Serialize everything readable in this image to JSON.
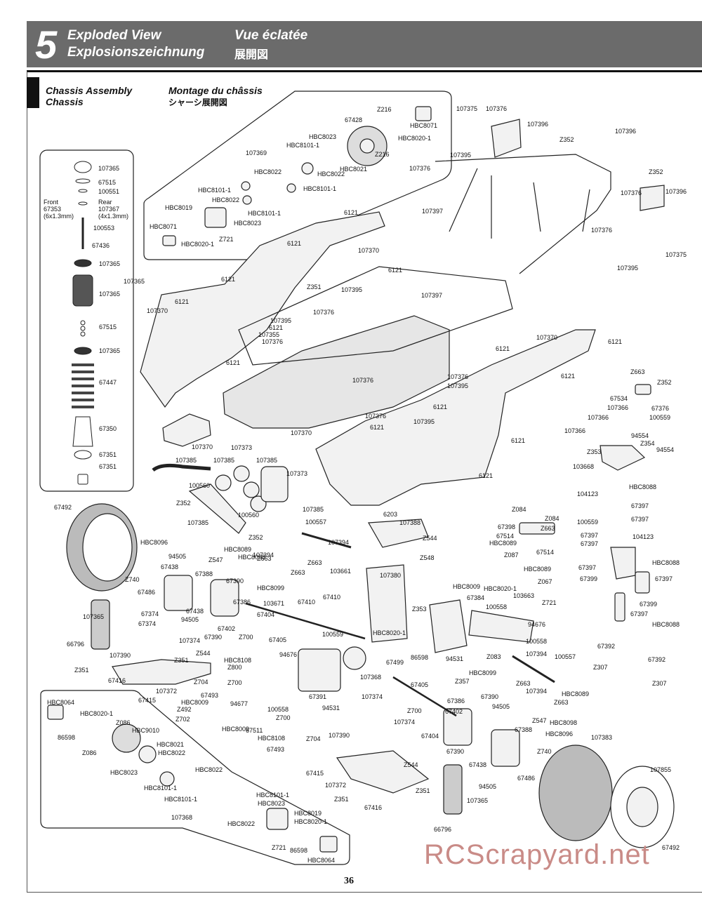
{
  "header": {
    "section_number": "5",
    "title_en": "Exploded View",
    "title_de": "Explosionszeichnung",
    "title_fr": "Vue éclatée",
    "title_jp": "展開図"
  },
  "subtitle": {
    "en": "Chassis Assembly",
    "de": "Chassis",
    "fr": "Montage du châssis",
    "jp": "シャーシ展開図"
  },
  "shock_legend": {
    "front": "Front",
    "front_part": "67353",
    "front_size": "(6x1.3mm)",
    "rear": "Rear",
    "rear_part": "107367",
    "rear_size": "(4x1.3mm)"
  },
  "labels": [
    "107365",
    "67515",
    "100551",
    "100553",
    "67436",
    "107365",
    "107365",
    "67515",
    "107365",
    "67447",
    "67350",
    "67351",
    "67351",
    "107365",
    "107369",
    "HBC8023",
    "HBC8101-1",
    "HBC8022",
    "HBC8101-1",
    "HBC8019",
    "HBC8022",
    "HBC8071",
    "HBC8020-1",
    "Z721",
    "HBC8023",
    "HBC8101-1",
    "HBC8101-1",
    "HBC8022",
    "HBC8021",
    "67428",
    "Z216",
    "Z216",
    "HBC8071",
    "HBC8020-1",
    "107375",
    "107376",
    "107396",
    "Z352",
    "107396",
    "107395",
    "107376",
    "Z352",
    "107376",
    "107396",
    "107397",
    "107376",
    "107395",
    "107375",
    "6121",
    "107370",
    "6121",
    "6121",
    "107370",
    "6121",
    "Z351",
    "107376",
    "107395",
    "6121",
    "107355",
    "107376",
    "6121",
    "107397",
    "107395",
    "6121",
    "6121",
    "107370",
    "6121",
    "107376",
    "107376",
    "107395",
    "6121",
    "107376",
    "107395",
    "6121",
    "6121",
    "107370",
    "107373",
    "107373",
    "107370",
    "6121",
    "6121",
    "107385",
    "107385",
    "107385",
    "100560",
    "Z352",
    "107385",
    "100560",
    "107385",
    "Z352",
    "Z663",
    "Z352",
    "67534",
    "107366",
    "67376",
    "107366",
    "100559",
    "107366",
    "Z353",
    "94554",
    "Z354",
    "94554",
    "103668",
    "HBC8088",
    "104123",
    "67397",
    "Z084",
    "Z084",
    "67398",
    "Z663",
    "67514",
    "HBC8089",
    "67514",
    "Z087",
    "HBC8089",
    "Z067",
    "100559",
    "67397",
    "67397",
    "104123",
    "67397",
    "HBC8088",
    "67397",
    "67399",
    "67397",
    "67399",
    "67397",
    "HBC8088",
    "67392",
    "67392",
    "Z307",
    "Z307",
    "67492",
    "HBC8096",
    "94505",
    "67438",
    "Z740",
    "67486",
    "107365",
    "66796",
    "107390",
    "Z351",
    "67416",
    "67415",
    "HBC8089",
    "HBC8098",
    "107394",
    "Z547",
    "Z663",
    "Z663",
    "67388",
    "67390",
    "103661",
    "Z663",
    "HBC8099",
    "67386",
    "103671",
    "67410",
    "67410",
    "67438",
    "94505",
    "67402",
    "67404",
    "Z700",
    "67405",
    "67374",
    "67374",
    "67390",
    "107374",
    "Z544",
    "Z351",
    "107372",
    "HBC8108",
    "Z800",
    "Z704",
    "Z700",
    "67493",
    "HBC8009",
    "Z492",
    "Z702",
    "94677",
    "100558",
    "94531",
    "67511",
    "Z700",
    "HBC8009",
    "HBC8108",
    "Z704",
    "67493",
    "6203",
    "107388",
    "Z544",
    "100557",
    "107394",
    "Z548",
    "107380",
    "HBC8009",
    "Z353",
    "67384",
    "HBC8020-1",
    "Z721",
    "103663",
    "100558",
    "94676",
    "HBC8020-1",
    "100559",
    "67499",
    "86598",
    "94531",
    "Z083",
    "100558",
    "107394",
    "100557",
    "94676",
    "107368",
    "67391",
    "67405",
    "107374",
    "Z700",
    "67404",
    "107374",
    "Z357",
    "HBC8099",
    "Z663",
    "HBC8089",
    "67390",
    "107394",
    "Z663",
    "HBC8098",
    "67386",
    "94505",
    "Z547",
    "67402",
    "67388",
    "HBC8096",
    "107390",
    "Z544",
    "Z351",
    "67415",
    "107372",
    "Z351",
    "67416",
    "67390",
    "67438",
    "67486",
    "Z740",
    "107383",
    "107365",
    "94505",
    "66796",
    "107855",
    "67492",
    "HBC8064",
    "HBC8020-1",
    "Z086",
    "HBC9010",
    "86598",
    "Z086",
    "HBC8021",
    "HBC8022",
    "HBC8023",
    "HBC8022",
    "HBC8101-1",
    "HBC8101-1",
    "HBC8101-1",
    "HBC8023",
    "HBC8019",
    "HBC8020-1",
    "107368",
    "HBC8022",
    "86598",
    "Z721",
    "HBC8064"
  ],
  "page_number": "36",
  "watermark": "RCScrapyard.net"
}
